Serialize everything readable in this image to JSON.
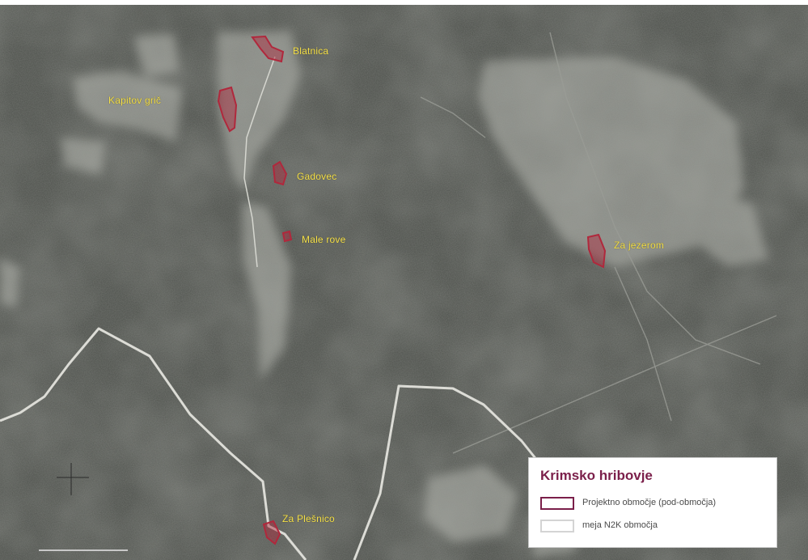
{
  "map": {
    "colors": {
      "base": "#4f524d",
      "settlement": "#b9bbb4",
      "boundary": "#dcdcd6",
      "project_area": "#b0283c",
      "label": "#f5e04a"
    },
    "places": [
      {
        "id": "blatnica",
        "name": "Blatnica"
      },
      {
        "id": "kapitov-grič",
        "name": "Kapitov grič"
      },
      {
        "id": "gadovec",
        "name": "Gadovec"
      },
      {
        "id": "male-rove",
        "name": "Male rove"
      },
      {
        "id": "za-jezerom",
        "name": "Za jezerom"
      },
      {
        "id": "za-plesnico",
        "name": "Za Plešnico"
      }
    ]
  },
  "legend": {
    "title": "Krimsko hribovje",
    "items": [
      {
        "label": "Projektno območje (pod-območja)",
        "swatch_color": "#7b1f4a"
      },
      {
        "label": "meja N2K območja",
        "swatch_color": "#d4d4d4"
      }
    ]
  }
}
